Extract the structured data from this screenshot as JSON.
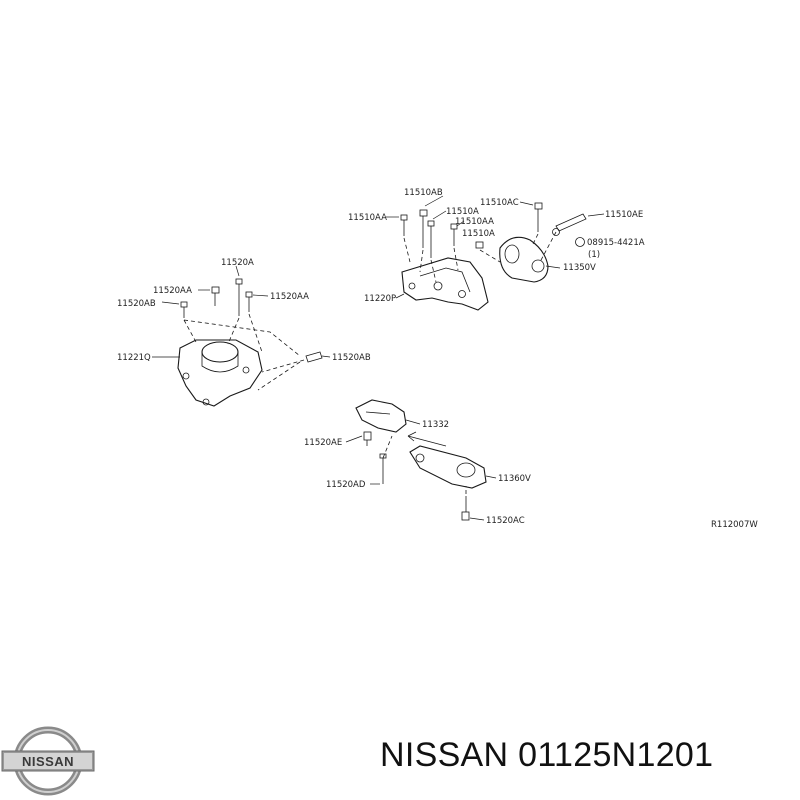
{
  "diagram": {
    "labels": {
      "l_11510AB": "11510AB",
      "l_11510AC": "11510AC",
      "l_11510AE": "11510AE",
      "l_11510AA_a": "11510AA",
      "l_11510A_a": "11510A",
      "l_11510AA_b": "11510AA",
      "l_11510A_b": "11510A",
      "l_08915": "08915-4421A",
      "l_08915_qty": "(1)",
      "l_11350V": "11350V",
      "l_11220P": "11220P",
      "l_11520A": "11520A",
      "l_11520AA_a": "11520AA",
      "l_11520AB_a": "11520AB",
      "l_11520AA_b": "11520AA",
      "l_11221Q": "11221Q",
      "l_11520AB_b": "11520AB",
      "l_11332": "11332",
      "l_11520AE": "11520AE",
      "l_11520AD": "11520AD",
      "l_11360V": "11360V",
      "l_11520AC": "11520AC",
      "l_ref": "R112007W"
    }
  },
  "brand": {
    "logo_text": "NISSAN",
    "title": "NISSAN 01125N1201"
  },
  "colors": {
    "line": "#1a1a1a",
    "text": "#222222",
    "logo_silver": "#8a8a8a"
  }
}
